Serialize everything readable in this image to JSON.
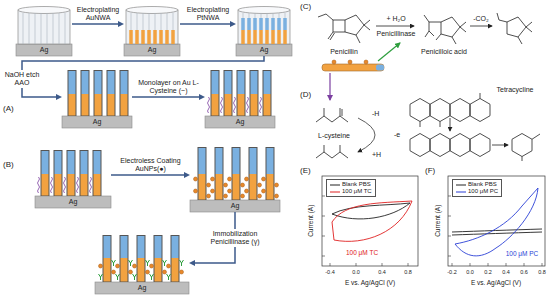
{
  "diagram": {
    "nodes": [
      {
        "text": [
          "Ag"
        ]
      },
      {
        "text": [
          "Ag"
        ]
      },
      {
        "text": [
          "Ag"
        ]
      },
      {
        "text": [
          "Ag"
        ]
      },
      {
        "text": [
          "Ag"
        ]
      },
      {
        "text": [
          "Ag"
        ]
      },
      {
        "text": [
          "Ag"
        ]
      },
      {
        "text": [
          "Ag"
        ]
      }
    ],
    "edges": [
      {
        "from": 0,
        "to": 1,
        "label": "Electroplating AuNWA",
        "arrow": "to"
      },
      {
        "from": 1,
        "to": 2,
        "label": "Electroplating PtNWA",
        "arrow": "to"
      },
      {
        "from": 2,
        "to": 3,
        "label": "NaOH etch AAO",
        "arrow": "to"
      },
      {
        "from": 3,
        "to": 4,
        "label": "Monolayer on Au L-Cysteine (~)",
        "arrow": "to"
      },
      {
        "from": 5,
        "to": 6,
        "label": "Electroless Coating AuNPs(●)",
        "arrow": "to"
      },
      {
        "from": 6,
        "to": 7,
        "label": "Immobilization Penicillinase (γ)",
        "arrow": "to"
      }
    ],
    "labels": [
      "(A)",
      "(B)",
      "(C)",
      "Penicillin",
      "+ H₂O",
      "Penicillinase",
      "Penicilloic acid",
      "-CO₂",
      "(D)",
      "L-cysteine",
      "Tetracycline",
      "-H",
      "-e",
      "+H",
      "(E)",
      "-0.4",
      "0.0",
      "0.4",
      "0.8",
      "E vs. Ag/AgCl (V)",
      "Current (A)",
      "100 μM TC",
      "(F)",
      "-0.2",
      "0.0",
      "0.2",
      "0.4",
      "0.6",
      "0.8",
      "E vs. Ag/AgCl (V)",
      "Current (A)",
      "100 μM PC"
    ],
    "legend": [
      {
        "text": "Blank PBS"
      },
      {
        "text": "100 μM TC"
      },
      {
        "text": "Blank PBS"
      },
      {
        "text": "100 μM PC"
      }
    ]
  }
}
